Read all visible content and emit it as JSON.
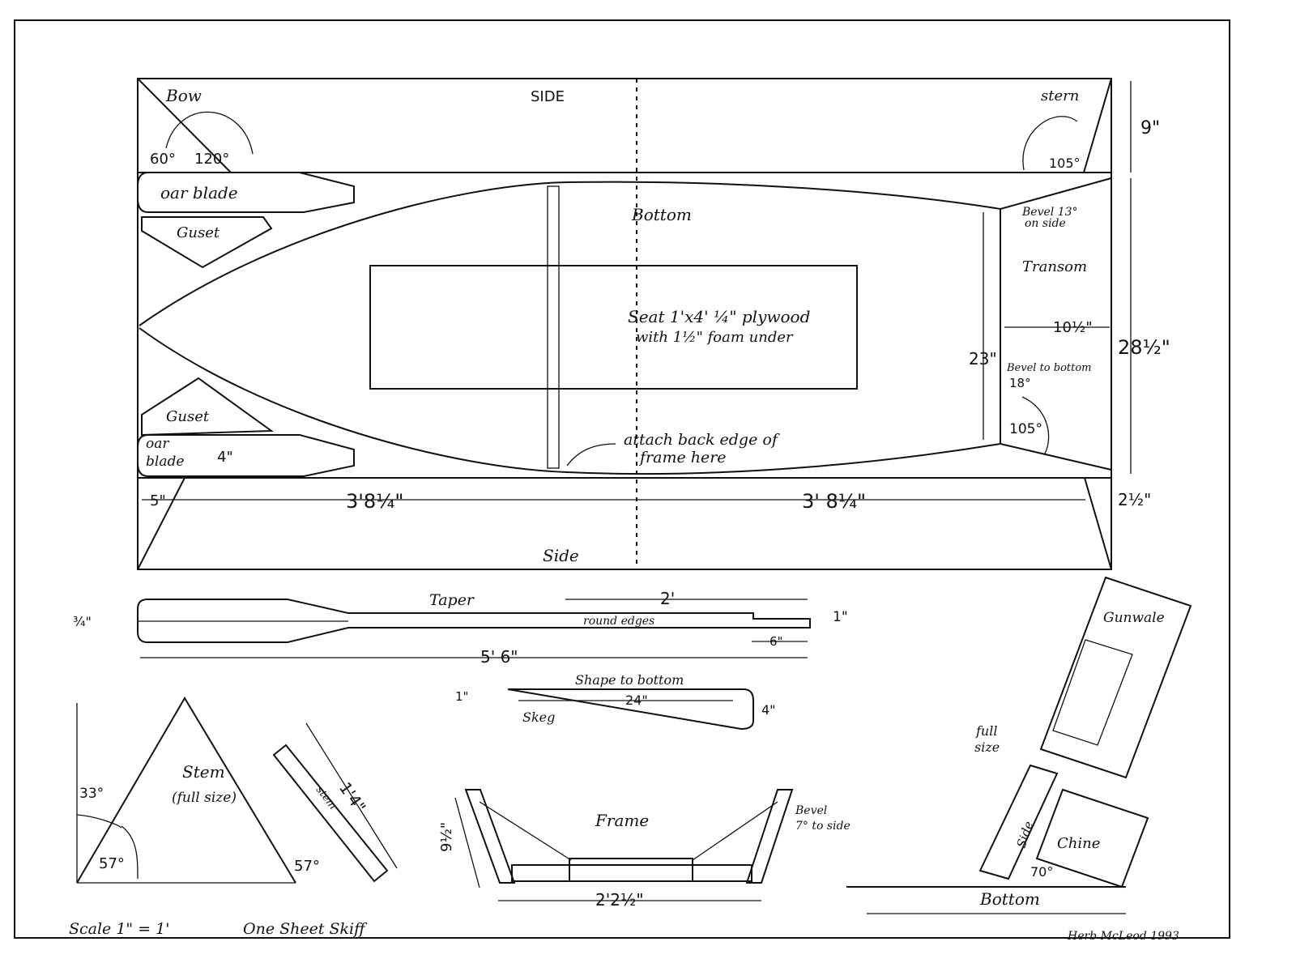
{
  "labels": {
    "bow": "Bow",
    "side_top": "SIDE",
    "stern": "stern",
    "angle_60": "60°",
    "angle_120": "120°",
    "angle_105_top": "105°",
    "dim_9": "9\"",
    "oar_blade_top": "oar blade",
    "gusset_top": "Guset",
    "bottom_panel": "Bottom",
    "bevel_13": "Bevel 13°",
    "on_side": "on side",
    "transom": "Transom",
    "dim_10_5": "10½\"",
    "dim_28_5": "28½\"",
    "seat_line1": "Seat  1'x4'  ¼\" plywood",
    "seat_line2": "with 1½\" foam under",
    "dim_23": "23\"",
    "bevel_bottom": "Bevel to bottom",
    "angle_18": "18°",
    "angle_105_transom": "105°",
    "gusset_bottom": "Guset",
    "oar_blade_bottom_1": "oar",
    "oar_blade_bottom_2": "blade",
    "dim_4_blade": "4\"",
    "attach_line1": "attach back edge of",
    "attach_line2": "frame here",
    "dim_5": "5\"",
    "dim_3_8_left": "3'8¼\"",
    "dim_3_8_right": "3' 8¼\"",
    "dim_2_5": "2½\"",
    "side_bottom": "Side",
    "dim_3_4": "¾\"",
    "taper": "Taper",
    "dim_2ft": "2'",
    "round_edges": "round edges",
    "dim_1": "1\"",
    "dim_6": "6\"",
    "dim_5_6": "5' 6\"",
    "shape_to_bottom": "Shape to bottom",
    "dim_1_skeg": "1\"",
    "dim_24": "24\"",
    "dim_4_skeg": "4\"",
    "skeg": "Skeg",
    "angle_33": "33°",
    "stem_full_1": "Stem",
    "stem_full_2": "(full size)",
    "angle_57_a": "57°",
    "stem_strip": "stem",
    "dim_1_4": "1'4\"",
    "angle_57_b": "57°",
    "dim_9_5": "9½\"",
    "frame": "Frame",
    "bevel_7_1": "Bevel",
    "bevel_7_2": "7° to side",
    "dim_2_2_5": "2'2½\"",
    "gunwale": "Gunwale",
    "full_size_1": "full",
    "full_size_2": "size",
    "side_section": "Side",
    "chine": "Chine",
    "angle_70": "70°",
    "bottom_section": "Bottom",
    "scale": "Scale  1\" = 1'",
    "title": "One  Sheet  Skiff",
    "author": "Herb McLeod  1993"
  }
}
